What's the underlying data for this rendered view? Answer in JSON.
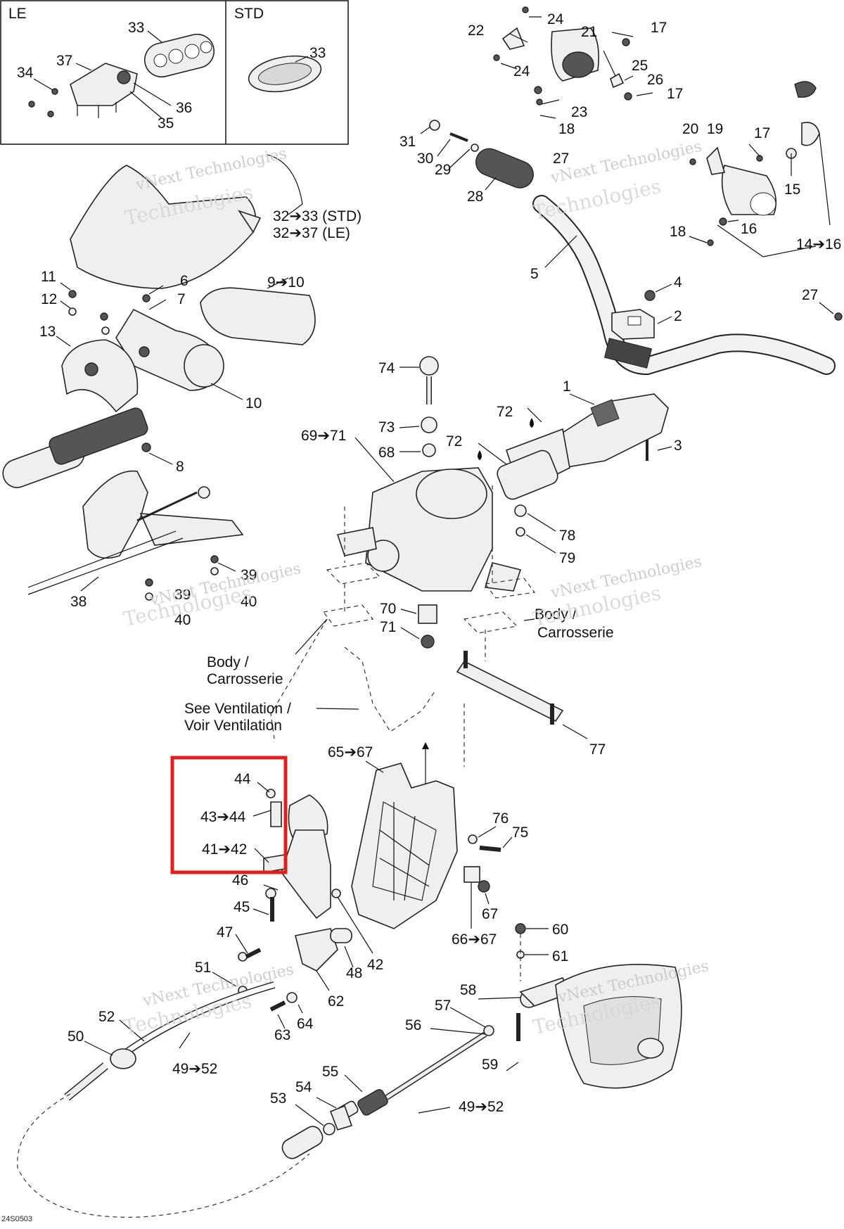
{
  "inset": {
    "le_title": "LE",
    "std_title": "STD"
  },
  "labels": {
    "n1": "1",
    "n2": "2",
    "n3": "3",
    "n4": "4",
    "n5": "5",
    "n6": "6",
    "n7": "7",
    "n8": "8",
    "n9_10": "9➔10",
    "n10": "10",
    "n11": "11",
    "n12": "12",
    "n13": "13",
    "n14_16": "14➔16",
    "n15": "15",
    "n16": "16",
    "n17a": "17",
    "n17b": "17",
    "n17c": "17",
    "n18a": "18",
    "n18b": "18",
    "n19": "19",
    "n20": "20",
    "n21": "21",
    "n22": "22",
    "n23": "23",
    "n24a": "24",
    "n24b": "24",
    "n25": "25",
    "n26": "26",
    "n27a": "27",
    "n27b": "27",
    "n28": "28",
    "n29": "29",
    "n30": "30",
    "n31": "31",
    "n32_33": "32➔33 (STD)",
    "n32_37": "32➔37 (LE)",
    "n33a": "33",
    "n33b": "33",
    "n34": "34",
    "n35": "35",
    "n36": "36",
    "n37": "37",
    "n38": "38",
    "n39a": "39",
    "n39b": "39",
    "n40a": "40",
    "n40b": "40",
    "n41_42": "41➔42",
    "n42": "42",
    "n43_44": "43➔44",
    "n44": "44",
    "n45": "45",
    "n46": "46",
    "n47": "47",
    "n48": "48",
    "n49_52a": "49➔52",
    "n49_52b": "49➔52",
    "n50": "50",
    "n51": "51",
    "n52": "52",
    "n53": "53",
    "n54": "54",
    "n55": "55",
    "n56": "56",
    "n57": "57",
    "n58": "58",
    "n59": "59",
    "n60": "60",
    "n61": "61",
    "n62": "62",
    "n63": "63",
    "n64": "64",
    "n65_67": "65➔67",
    "n66_67": "66➔67",
    "n67": "67",
    "n68": "68",
    "n69_71": "69➔71",
    "n70": "70",
    "n71": "71",
    "n72a": "72",
    "n72b": "72",
    "n73": "73",
    "n74": "74",
    "n75": "75",
    "n76": "76",
    "n77": "77",
    "n78": "78",
    "n79": "79"
  },
  "notes": {
    "body_left_1": "Body /",
    "body_left_2": "Carrosserie",
    "body_right_1": "Body /",
    "body_right_2": "Carrosserie",
    "vent_1": "See Ventilation /",
    "vent_2": "Voir Ventilation"
  },
  "watermark": {
    "line1": "vNext Technologies",
    "line2": "Technologies"
  },
  "figure_code": "24S0503",
  "highlight_color": "#e02020"
}
